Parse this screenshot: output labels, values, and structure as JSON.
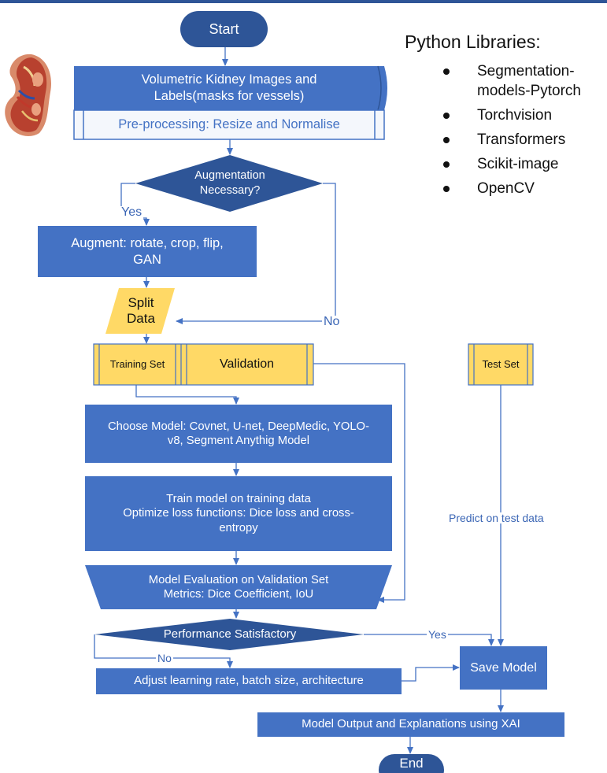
{
  "colors": {
    "blue": "#4472c4",
    "blue_dark": "#2e5597",
    "yellow": "#ffd966",
    "arrow": "#4472c4"
  },
  "nodes": {
    "start": "Start",
    "input_line1": "Volumetric Kidney Images and",
    "input_line2": "Labels(masks for vessels)",
    "preprocess": "Pre-processing: Resize and Normalise",
    "aug_decision_line1": "Augmentation",
    "aug_decision_line2": "Necessary?",
    "augment_line1": "Augment: rotate, crop, flip,",
    "augment_line2": "GAN",
    "split_line1": "Split",
    "split_line2": "Data",
    "training_set": "Training Set",
    "validation": "Validation",
    "test_set": "Test Set",
    "choose_model_line1": "Choose Model: Covnet, U-net, DeepMedic, YOLO-",
    "choose_model_line2": "v8, Segment Anythig Model",
    "train_line1": "Train model on training data",
    "train_line2": "Optimize loss functions: Dice loss and cross-",
    "train_line3": "entropy",
    "eval_line1": "Model Evaluation on Validation Set",
    "eval_line2": "Metrics: Dice Coefficient, IoU",
    "performance": "Performance Satisfactory",
    "adjust": "Adjust learning rate, batch size, architecture",
    "save_model": "Save Model",
    "output": "Model Output and Explanations using XAI",
    "end": "End"
  },
  "edge_labels": {
    "yes_aug": "Yes",
    "no_aug": "No",
    "yes_perf": "Yes",
    "no_perf": "No",
    "predict": "Predict on test data"
  },
  "libraries": {
    "title": "Python Libraries:",
    "items": [
      {
        "line1": "Segmentation-",
        "line2": "models-Pytorch"
      },
      {
        "line1": "Torchvision"
      },
      {
        "line1": "Transformers"
      },
      {
        "line1": "Scikit-image"
      },
      {
        "line1": "OpenCV"
      }
    ]
  }
}
